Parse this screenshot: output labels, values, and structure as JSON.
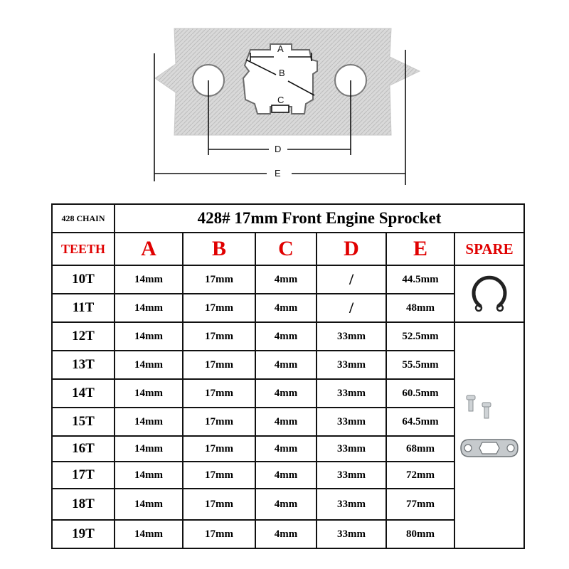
{
  "diagram": {
    "labels": {
      "a": "A",
      "b": "B",
      "c": "C",
      "d": "D",
      "e": "E"
    }
  },
  "table": {
    "chain_label": "428 CHAIN",
    "title": "428# 17mm Front Engine Sprocket",
    "headers": {
      "teeth": "TEETH",
      "a": "A",
      "b": "B",
      "c": "C",
      "d": "D",
      "e": "E",
      "spare": "SPARE"
    },
    "rows": [
      {
        "teeth": "10T",
        "a": "14mm",
        "b": "17mm",
        "c": "4mm",
        "d": "/",
        "e": "44.5mm"
      },
      {
        "teeth": "11T",
        "a": "14mm",
        "b": "17mm",
        "c": "4mm",
        "d": "/",
        "e": "48mm"
      },
      {
        "teeth": "12T",
        "a": "14mm",
        "b": "17mm",
        "c": "4mm",
        "d": "33mm",
        "e": "52.5mm"
      },
      {
        "teeth": "13T",
        "a": "14mm",
        "b": "17mm",
        "c": "4mm",
        "d": "33mm",
        "e": "55.5mm"
      },
      {
        "teeth": "14T",
        "a": "14mm",
        "b": "17mm",
        "c": "4mm",
        "d": "33mm",
        "e": "60.5mm"
      },
      {
        "teeth": "15T",
        "a": "14mm",
        "b": "17mm",
        "c": "4mm",
        "d": "33mm",
        "e": "64.5mm"
      },
      {
        "teeth": "16T",
        "a": "14mm",
        "b": "17mm",
        "c": "4mm",
        "d": "33mm",
        "e": "68mm"
      },
      {
        "teeth": "17T",
        "a": "14mm",
        "b": "17mm",
        "c": "4mm",
        "d": "33mm",
        "e": "72mm"
      },
      {
        "teeth": "18T",
        "a": "14mm",
        "b": "17mm",
        "c": "4mm",
        "d": "33mm",
        "e": "77mm"
      },
      {
        "teeth": "19T",
        "a": "14mm",
        "b": "17mm",
        "c": "4mm",
        "d": "33mm",
        "e": "80mm"
      }
    ],
    "spare_icons": [
      "circlip-icon",
      "retainer-plate-with-bolts-icon"
    ]
  },
  "colors": {
    "header_red": "#e00000",
    "border": "#111111"
  }
}
